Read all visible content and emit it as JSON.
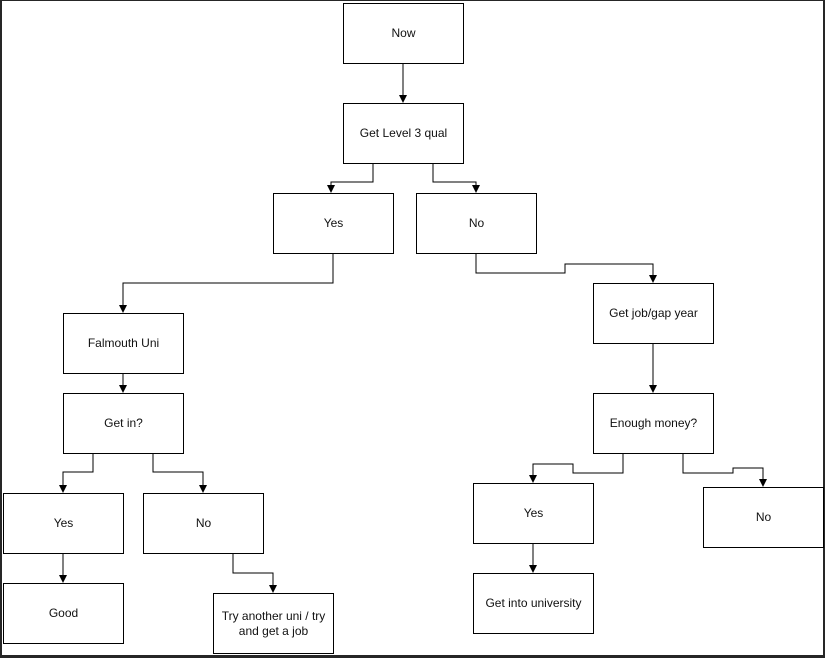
{
  "nodes": {
    "now": "Now",
    "level3": "Get Level 3 qual",
    "yes1": "Yes",
    "no1": "No",
    "falmouth": "Falmouth Uni",
    "getin": "Get in?",
    "yes2": "Yes",
    "no2": "No",
    "good": "Good",
    "tryanother": "Try another uni / try and get a job",
    "gapyear": "Get job/gap year",
    "money": "Enough money?",
    "yes3": "Yes",
    "no3": "No",
    "getuni": "Get into university"
  },
  "colors": {
    "stroke": "#000000",
    "background": "#ffffff",
    "frame": "#262626"
  }
}
